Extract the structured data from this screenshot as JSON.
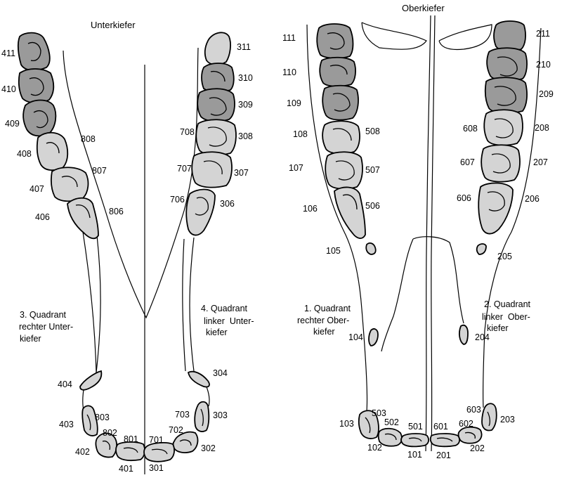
{
  "titles": {
    "lower": "Unterkiefer",
    "upper": "Oberkiefer"
  },
  "quadrants": {
    "q3": [
      "3. Quadrant",
      "rechter Unter-",
      "kiefer"
    ],
    "q4": [
      "4. Quadrant",
      "linker  Unter-",
      "kiefer"
    ],
    "q1": [
      "1. Quadrant",
      "rechter Ober-",
      "kiefer"
    ],
    "q2": [
      "2. Quadrant",
      "linker  Ober-",
      "kiefer"
    ]
  },
  "colors": {
    "permanent_tooth": "#9a9a9a",
    "deciduous_tooth": "#d4d4d4",
    "line": "#000000",
    "background": "#ffffff"
  },
  "tooth_numbers": {
    "lower_left_molars": [
      "411",
      "410",
      "409",
      "408",
      "407",
      "406"
    ],
    "lower_left_deciduous": [
      "808",
      "807",
      "806",
      "803",
      "802",
      "801"
    ],
    "lower_left_front": [
      "404",
      "403",
      "402",
      "401"
    ],
    "lower_right_molars": [
      "311",
      "310",
      "309",
      "308",
      "307",
      "306"
    ],
    "lower_right_deciduous": [
      "708",
      "707",
      "706",
      "703",
      "702",
      "701"
    ],
    "lower_right_front": [
      "304",
      "303",
      "302",
      "301"
    ],
    "upper_left_molars": [
      "111",
      "110",
      "109",
      "108",
      "107",
      "106",
      "105",
      "104",
      "103",
      "102",
      "101"
    ],
    "upper_left_deciduous": [
      "508",
      "507",
      "506",
      "503",
      "502",
      "501"
    ],
    "upper_right_molars": [
      "211",
      "210",
      "209",
      "208",
      "207",
      "206",
      "205",
      "204",
      "203",
      "202",
      "201"
    ],
    "upper_right_deciduous": [
      "608",
      "607",
      "606",
      "603",
      "602",
      "601"
    ]
  }
}
